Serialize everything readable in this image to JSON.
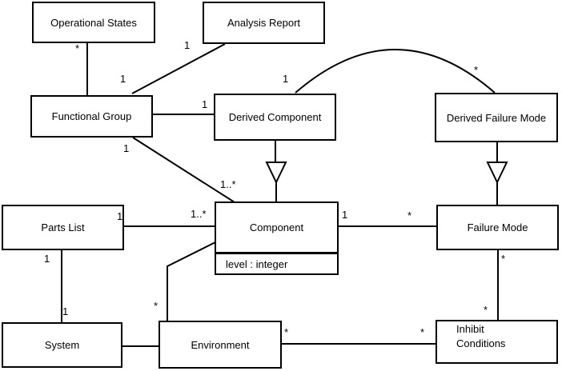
{
  "diagram": {
    "type": "uml-class-diagram",
    "background_color": "#ffffff",
    "line_color": "#000000",
    "classes": {
      "operational_states": {
        "name": "Operational States"
      },
      "analysis_report": {
        "name": "Analysis Report"
      },
      "functional_group": {
        "name": "Functional Group"
      },
      "derived_component": {
        "name": "Derived Component"
      },
      "derived_failure_mode": {
        "name": "Derived Failure Mode"
      },
      "parts_list": {
        "name": "Parts List"
      },
      "component": {
        "name": "Component",
        "attribute": "level : integer"
      },
      "failure_mode": {
        "name": "Failure Mode"
      },
      "system": {
        "name": "System"
      },
      "environment": {
        "name": "Environment"
      },
      "inhibit_conditions": {
        "name_line1": "Inhibit",
        "name_line2": "Conditions"
      }
    },
    "associations": [
      {
        "from": "Operational States",
        "to": "Functional Group",
        "from_mult": "*"
      },
      {
        "from": "Functional Group",
        "to": "Analysis Report",
        "from_mult": "1",
        "to_mult": "1"
      },
      {
        "from": "Functional Group",
        "to": "Derived Component",
        "to_mult": "1"
      },
      {
        "from": "Derived Component",
        "to": "Derived Failure Mode",
        "from_mult": "1",
        "to_mult": "*",
        "shape": "arc"
      },
      {
        "from": "Derived Component",
        "to": "Component",
        "type": "generalization"
      },
      {
        "from": "Derived Failure Mode",
        "to": "Failure Mode",
        "type": "generalization"
      },
      {
        "from": "Parts List",
        "to": "Component",
        "from_mult": "1",
        "to_mult": "1..*"
      },
      {
        "from": "Functional Group",
        "to": "Component",
        "from_mult": "1",
        "to_mult": "1..*"
      },
      {
        "from": "Component",
        "to": "Failure Mode",
        "from_mult": "1",
        "to_mult": "*"
      },
      {
        "from": "Component",
        "to": "Environment",
        "to_mult": "*"
      },
      {
        "from": "Parts List",
        "to": "System",
        "from_mult": "1",
        "to_mult": "1"
      },
      {
        "from": "System",
        "to": "Environment"
      },
      {
        "from": "Environment",
        "to": "Inhibit Conditions",
        "from_mult": "*",
        "to_mult": "*"
      },
      {
        "from": "Failure Mode",
        "to": "Inhibit Conditions",
        "from_mult": "*",
        "to_mult": "*"
      }
    ]
  }
}
